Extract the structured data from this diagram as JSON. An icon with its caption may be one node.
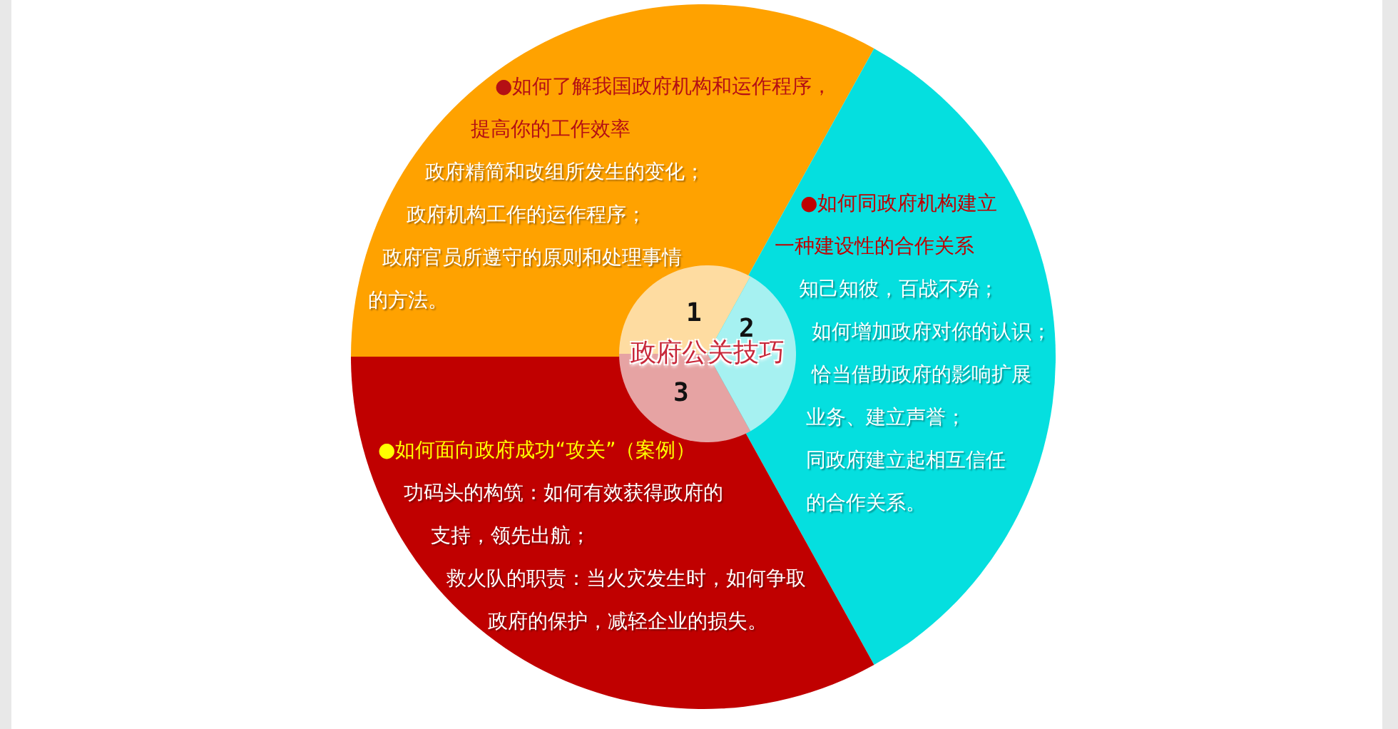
{
  "diagram": {
    "nodes": [
      {
        "text": [
          "●如何了解我国政府机构和运作程序，提高你的工作效率",
          "政府精简和改组所发生的变化；",
          "政府机构工作的运作程序；",
          "政府官员所遵守的原则和处理事情的方法。"
        ]
      },
      {
        "text": [
          "●如何同政府机构建立一种建设性的合作关系",
          "知己知彼，百战不殆；",
          "如何增加政府对你的认识；",
          "恰当借助政府的影响扩展业务、建立声誉；",
          "同政府建立起相互信任的合作关系。"
        ]
      },
      {
        "text": [
          "●如何面向政府成功“攻关”（案例）",
          "功码头的构筑：如何有效获得政府的支持，领先出航；",
          "救火队的职责：当火灾发生时，如何争取政府的保护，减轻企业的损失。"
        ]
      },
      {
        "text": [
          "政府公关技巧"
        ]
      },
      {
        "text": [
          "1"
        ]
      },
      {
        "text": [
          "2"
        ]
      },
      {
        "text": [
          "3"
        ]
      }
    ]
  }
}
